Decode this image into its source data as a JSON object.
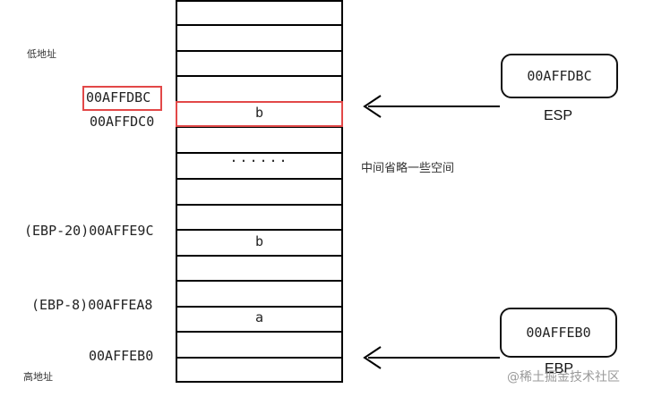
{
  "labels": {
    "low_addr": "低地址",
    "high_addr": "高地址",
    "omitted_note": "中间省略一些空间",
    "ellipsis": "······"
  },
  "addresses": {
    "a1": "00AFFDBC",
    "a2": "00AFFDC0",
    "a3": "(EBP-20)00AFFE9C",
    "a4": "(EBP-8)00AFFEA8",
    "a5": "00AFFEB0"
  },
  "cells": {
    "b_top": "b",
    "b_mid": "b",
    "a": "a"
  },
  "registers": {
    "esp": {
      "name": "ESP",
      "value": "00AFFDBC"
    },
    "ebp": {
      "name": "EBP",
      "value": "00AFFEB0"
    }
  },
  "watermark": "@稀土掘金技术社区",
  "colors": {
    "highlight": "#e24848",
    "line": "#000000"
  }
}
